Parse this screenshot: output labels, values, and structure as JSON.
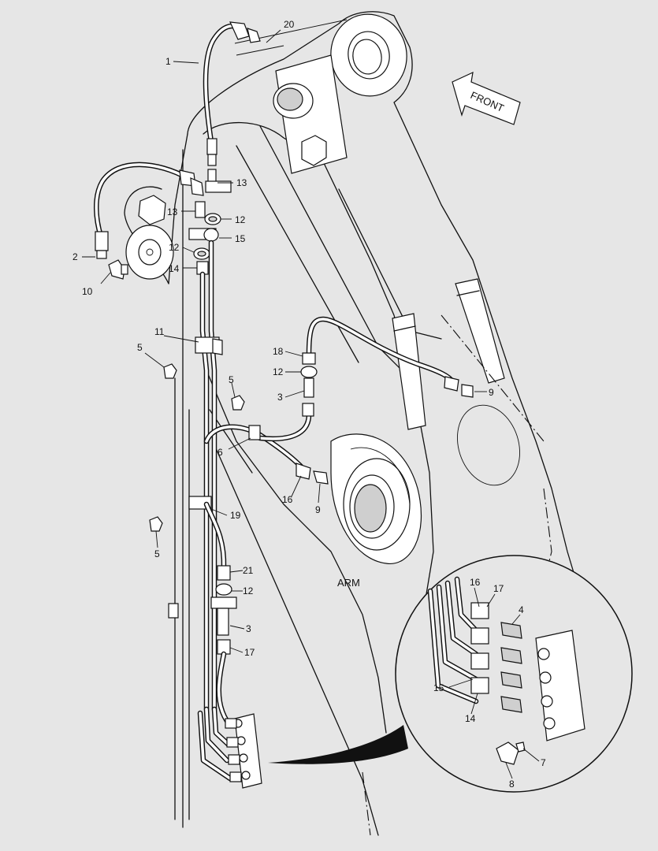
{
  "labels": {
    "front": "FRONT",
    "arm": "ARM",
    "p1": "1",
    "p2": "2",
    "p3a": "3",
    "p3b": "3",
    "p4": "4",
    "p5a": "5",
    "p5b": "5",
    "p5c": "5",
    "p6": "6",
    "p7": "7",
    "p8": "8",
    "p9a": "9",
    "p9b": "9",
    "p10": "10",
    "p11": "11",
    "p12a": "12",
    "p12b": "12",
    "p12c": "12",
    "p12d": "12",
    "p13a": "13",
    "p13b": "13",
    "p14a": "14",
    "p14b": "14",
    "p15a": "15",
    "p15b": "15",
    "p16a": "16",
    "p16b": "16",
    "p17a": "17",
    "p17b": "17",
    "p18": "18",
    "p19": "19",
    "p20": "20",
    "p21": "21"
  },
  "colors": {
    "background": "#e6e6e6",
    "line": "#111111",
    "fill": "#ffffff"
  }
}
